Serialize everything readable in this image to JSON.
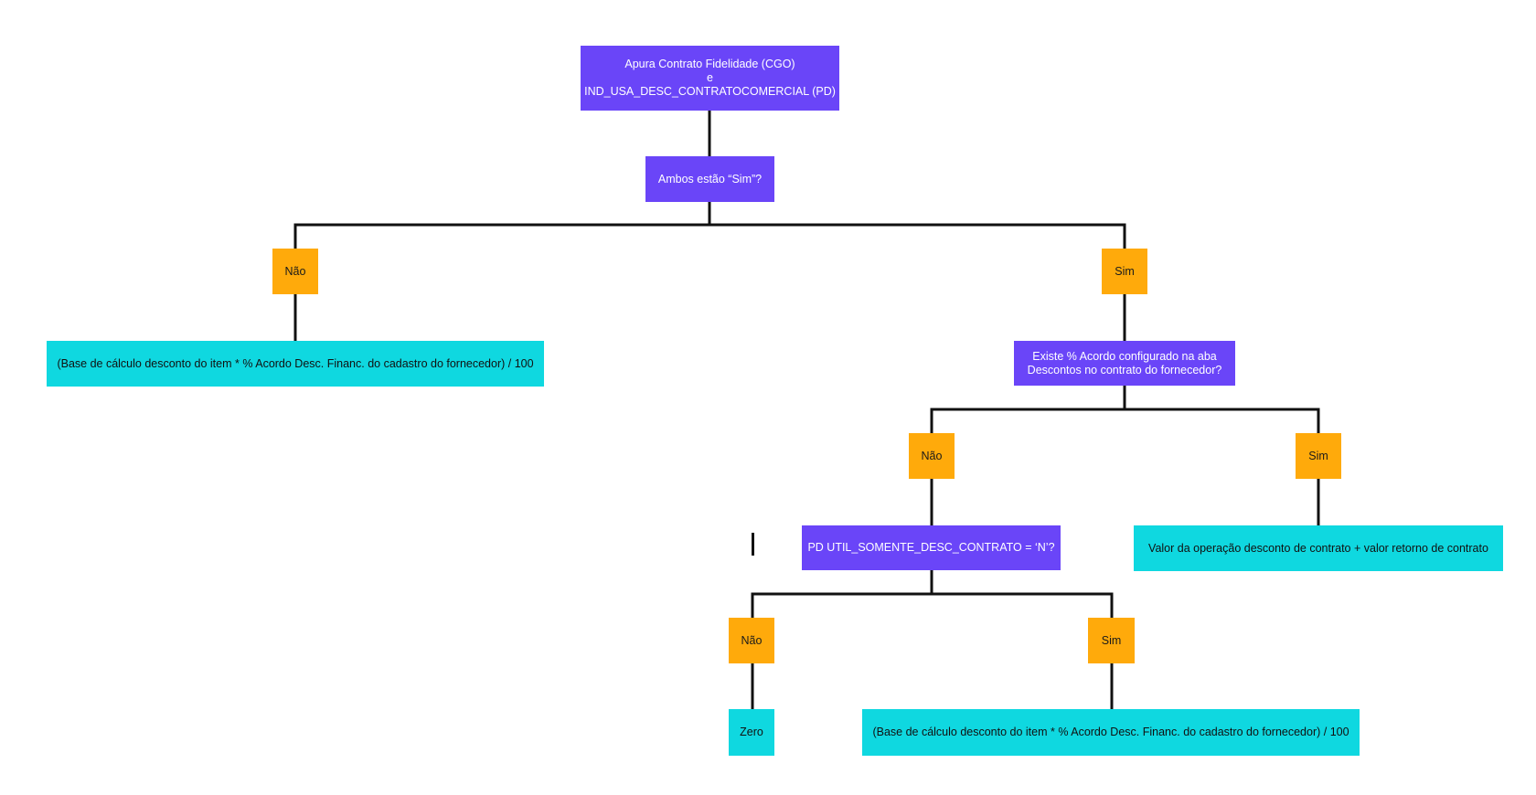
{
  "colors": {
    "decision": "#6a45f8",
    "branch": "#ffaa0b",
    "result": "#0fd8e0",
    "connector": "#111111"
  },
  "root": {
    "line1": "Apura Contrato Fidelidade (CGO)",
    "line2": "e",
    "line3": "IND_USA_DESC_CONTRATOCOMERCIAL (PD)"
  },
  "q1": {
    "text": "Ambos estão “Sim”?"
  },
  "q1_no": {
    "label": "Não"
  },
  "q1_yes": {
    "label": "Sim"
  },
  "r1": {
    "text": "(Base de cálculo desconto do item * % Acordo Desc. Financ. do cadastro do fornecedor) / 100"
  },
  "q2": {
    "line1": "Existe % Acordo configurado na aba",
    "line2": "Descontos no contrato do fornecedor?"
  },
  "q2_no": {
    "label": "Não"
  },
  "q2_yes": {
    "label": "Sim"
  },
  "r2": {
    "text": "Valor da operação desconto de contrato + valor retorno de contrato"
  },
  "q3": {
    "text": "PD UTIL_SOMENTE_DESC_CONTRATO = ‘N’?"
  },
  "q3_no": {
    "label": "Não"
  },
  "q3_yes": {
    "label": "Sim"
  },
  "r3": {
    "text": "Zero"
  },
  "r4": {
    "text": "(Base de cálculo desconto do item * % Acordo Desc. Financ. do cadastro do fornecedor) / 100"
  }
}
